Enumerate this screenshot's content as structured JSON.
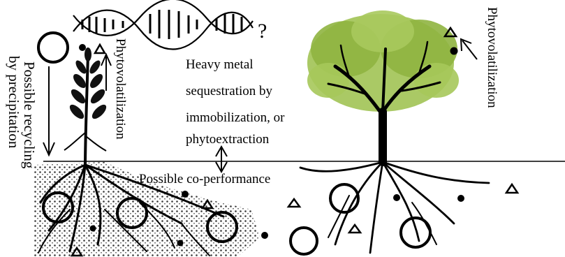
{
  "labels": {
    "heavy_metal_1": "Heavy metal",
    "heavy_metal_2": "sequestration by",
    "heavy_metal_3": "immobilization, or",
    "heavy_metal_4": "phytoextraction",
    "co_performance": "Possible co-performance",
    "recycling_1": "Possible recycling",
    "recycling_2": "by precipitation",
    "phyto_left": "Phytovolatilization",
    "phyto_right": "Phytovolatilization",
    "question": "?"
  },
  "colors": {
    "ink": "#000000",
    "foliage": "#9bbf4a",
    "foliage_dark": "#6f9a2e",
    "soil": "#2a2a2a",
    "background": "#ffffff"
  }
}
